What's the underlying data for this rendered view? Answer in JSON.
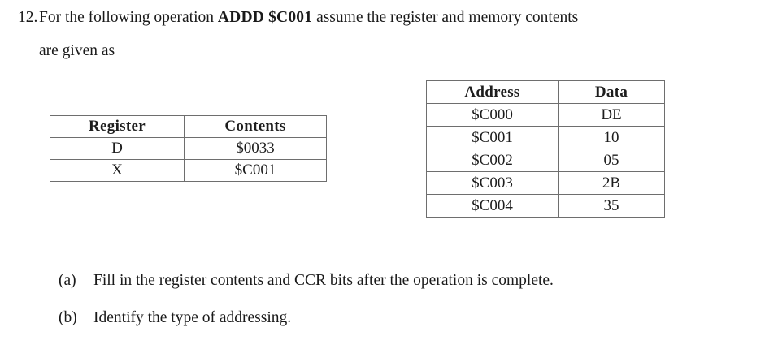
{
  "question": {
    "number": "12.",
    "text_before": "For the following operation",
    "operation": "ADDD $C001",
    "text_after": "assume the register and memory contents",
    "continuation": "are given as"
  },
  "register_table": {
    "name": "register-contents-table",
    "headers": [
      "Register",
      "Contents"
    ],
    "rows": [
      [
        "D",
        "$0033"
      ],
      [
        "X",
        "$C001"
      ]
    ]
  },
  "memory_table": {
    "name": "memory-contents-table",
    "headers": [
      "Address",
      "Data"
    ],
    "rows": [
      [
        "$C000",
        "DE"
      ],
      [
        "$C001",
        "10"
      ],
      [
        "$C002",
        "05"
      ],
      [
        "$C003",
        "2B"
      ],
      [
        "$C004",
        "35"
      ]
    ]
  },
  "subquestions": [
    {
      "label": "(a)",
      "text": "Fill in the register contents and CCR bits after the operation is complete."
    },
    {
      "label": "(b)",
      "text": "Identify the type of addressing."
    }
  ],
  "colors": {
    "text": "#1a1a1a",
    "border": "#6e6e6e",
    "background": "#ffffff"
  }
}
